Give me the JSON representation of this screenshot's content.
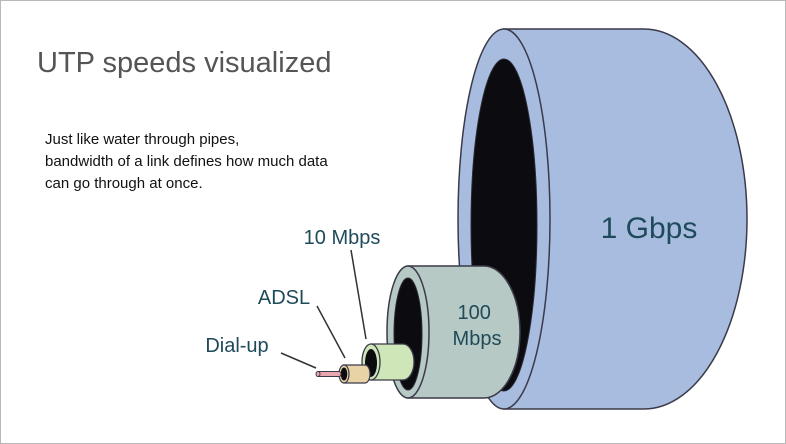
{
  "title": "UTP speeds visualized",
  "description": [
    "Just like water through pipes,",
    "bandwidth of a link defines how much data",
    "can go through at once."
  ],
  "pipes": [
    {
      "label": "1 Gbps",
      "color": "#a8bcdf"
    },
    {
      "label_lines": [
        "100",
        "Mbps"
      ],
      "color": "#b7c9c4"
    },
    {
      "label": "10 Mbps",
      "color": "#cfe6b8"
    },
    {
      "label": "ADSL",
      "color": "#e8d3a7"
    },
    {
      "label": "Dial-up",
      "color": "#e9a6ae"
    }
  ],
  "colors": {
    "outline": "#3a3a4a",
    "label_text": "#1e4a5a",
    "pipe_interior": "#0c0c10"
  }
}
